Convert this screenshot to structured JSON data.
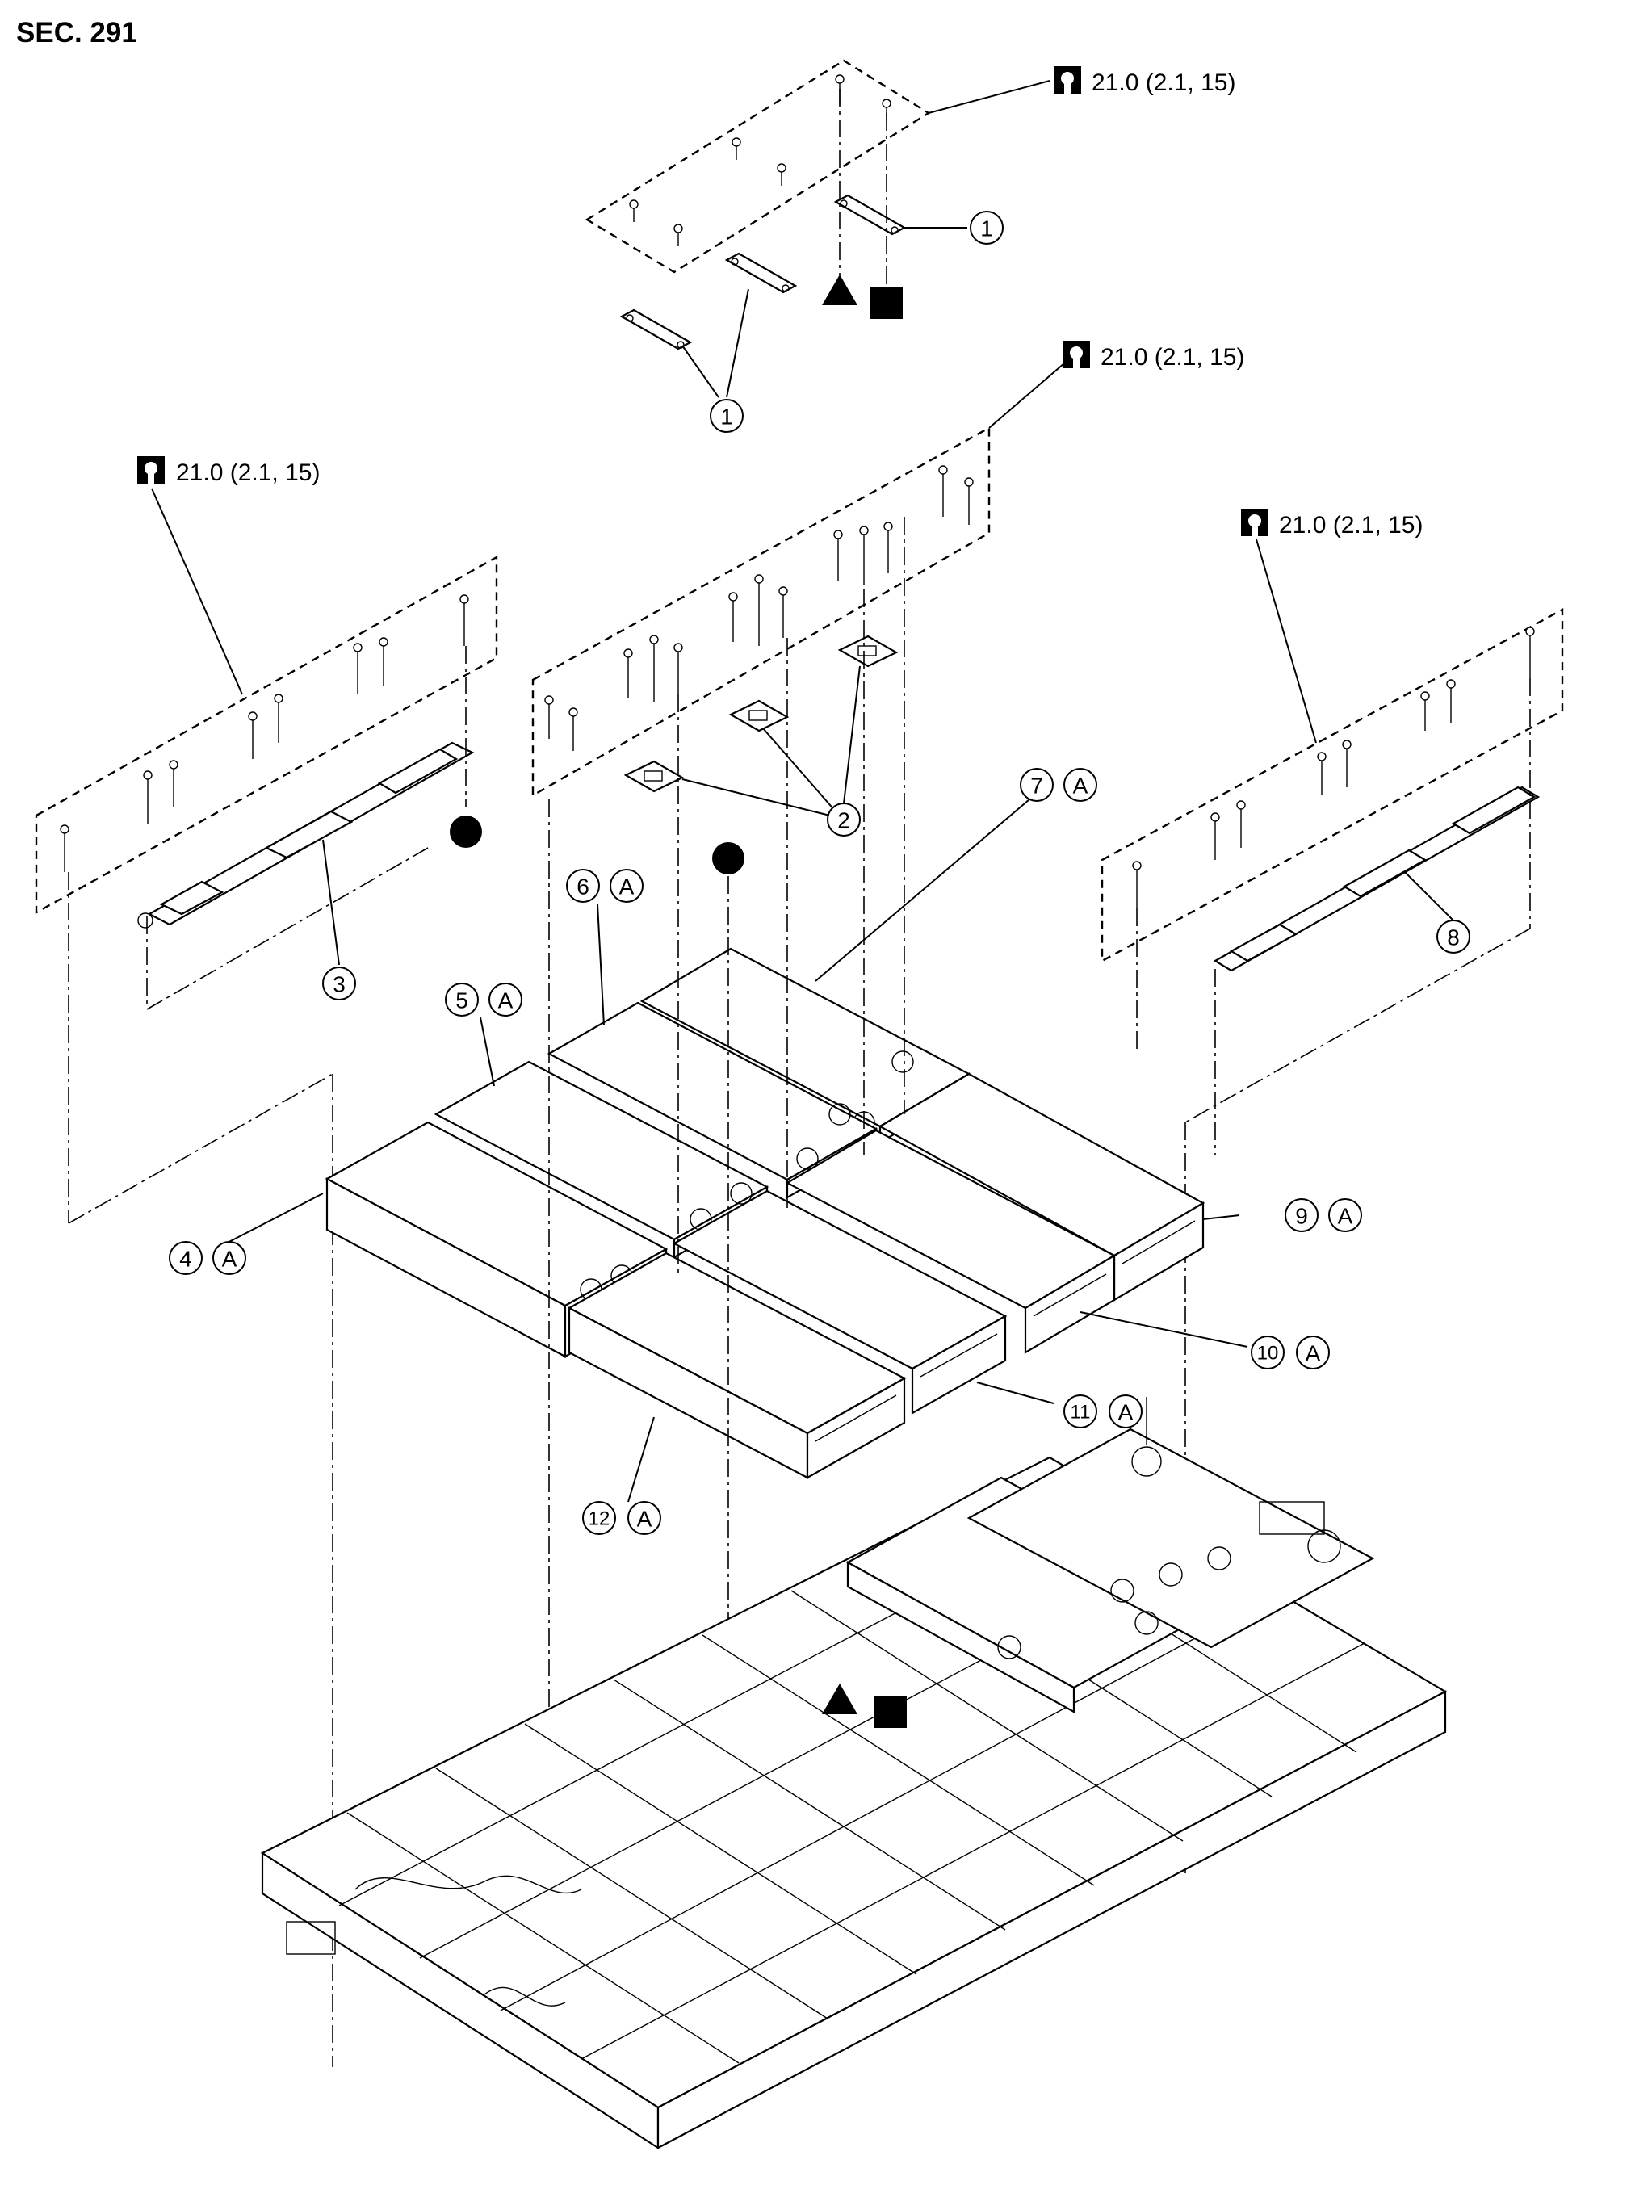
{
  "section": {
    "title": "SEC. 291"
  },
  "torque_specs": [
    {
      "value": "21.0 (2.1, 15)"
    },
    {
      "value": "21.0 (2.1, 15)"
    },
    {
      "value": "21.0 (2.1, 15)"
    },
    {
      "value": "21.0 (2.1, 15)"
    }
  ],
  "callouts": [
    {
      "num": "1",
      "suffix": ""
    },
    {
      "num": "1",
      "suffix": ""
    },
    {
      "num": "2",
      "suffix": ""
    },
    {
      "num": "3",
      "suffix": ""
    },
    {
      "num": "4",
      "suffix": "A"
    },
    {
      "num": "5",
      "suffix": "A"
    },
    {
      "num": "6",
      "suffix": "A"
    },
    {
      "num": "7",
      "suffix": "A"
    },
    {
      "num": "8",
      "suffix": ""
    },
    {
      "num": "9",
      "suffix": "A"
    },
    {
      "num": "10",
      "suffix": "A"
    },
    {
      "num": "11",
      "suffix": "A"
    },
    {
      "num": "12",
      "suffix": "A"
    }
  ],
  "icons": {
    "torque": "torque-wrench-icon",
    "triangle": "triangle-marker-icon",
    "square": "square-marker-icon",
    "circle": "circle-marker-icon"
  },
  "colors": {
    "line": "#000000",
    "background": "#ffffff"
  }
}
